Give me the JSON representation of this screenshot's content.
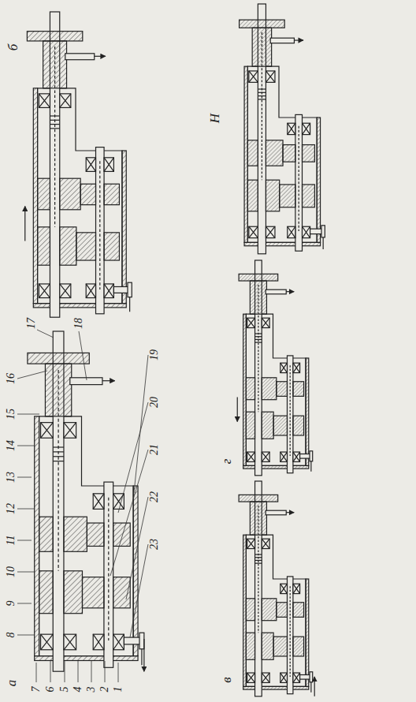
{
  "diagram": {
    "labels": [
      "а",
      "1",
      "2",
      "3",
      "4",
      "5",
      "6",
      "7",
      "8",
      "9",
      "10",
      "11",
      "12",
      "13",
      "14",
      "15",
      "16",
      "17",
      "18",
      "19",
      "20",
      "21",
      "22",
      "23",
      "б",
      "в",
      "г",
      "Н"
    ]
  }
}
